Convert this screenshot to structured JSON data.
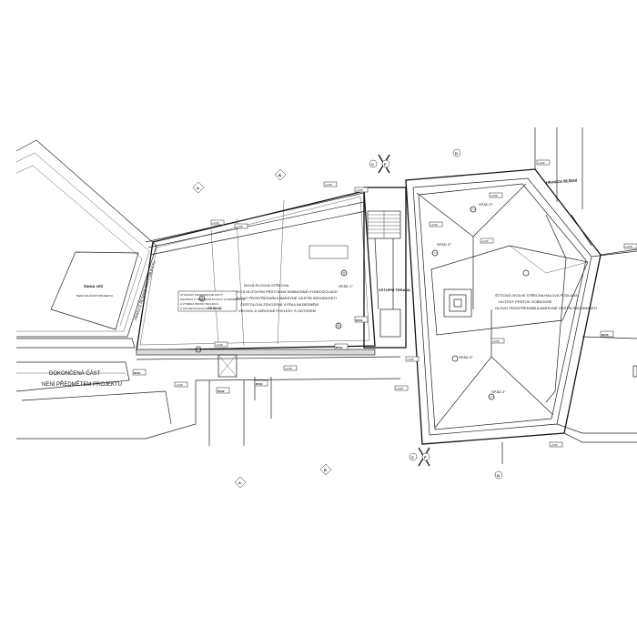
{
  "tower": {
    "name": "ŠIDNÁ VĚŽ",
    "note": "NENÍ SOUČÁSTÍ PROJEKTU"
  },
  "finished_part": {
    "line1": "DOKONČENÁ ČÁST",
    "line2": "NENÍ PŘEDMĚTEM PROJEKTU"
  },
  "boundary_label": "HRANICE ŘEŠENÉ ČÁSTI OBJEKTU",
  "roof_boundary_label": "HRANICE ŘEŠENÍ",
  "terrace_label": "VSTUPNÍ TERASA",
  "new_roof": {
    "lines": [
      "NOVÁ PLOCHÁ STŘECHA",
      "KRYTÁ HLITOVÝM PRŮTOKEM SOBNOSNÉ HYDROIZOLACE",
      "OLOVO PROSTŘEDNÍM A BAREVNÉ ODSTÍN SEDOBNOSTI",
      "ČERTOLOVA ZDVOJENÁ VÝŠKA NA BEDNĚNÍ",
      "VRCHOL A VAROVNÉ POKLESY S ODTOKEM"
    ]
  },
  "old_roof": {
    "lines": [
      "ŠTÍTOVÁ OKOLNÍ STŘECHA HALOVÁ PODLAHA",
      "HLITOVÝ PRŮTOK SOBNOSNÉ",
      "OLOVO PROSTŘEDNÍM A BAREVNÉ ODSTÍN SEDOBNOSTI"
    ]
  },
  "note_box": {
    "lines": [
      "STÁVAJÍCÍ PROSTOROVÉ KRYTÍ",
      "SOUČÁST A TERASOVÉ PLOCHY A NAVRŽENÝCH",
      "A VÝMĚNA PRVKŮ VRCHOLŮ",
      "A SPOJENÍ PLECHOVÝM ŠLAPE"
    ]
  },
  "slopes": [
    "SPÁD 1°",
    "SPÁD 1°",
    "SPÁD 3°",
    "SPÁD 3°",
    "SPÁD 3°",
    "SPÁD 3°"
  ],
  "axes": {
    "a_top": "A",
    "b_top": "B",
    "c_top": "C",
    "f_top": "F",
    "d_top": "D",
    "a_bottom": "A",
    "b_bottom": "B",
    "c_bottom": "C",
    "f_bottom": "F",
    "d_bottom": "D"
  },
  "section_tags": [
    "RV01",
    "RV02",
    "RV03",
    "RV04",
    "RV05",
    "RV01"
  ],
  "level_tags": [
    "+0.00",
    "+0.00",
    "+0.00",
    "+0.00",
    "+0.00",
    "+0.00",
    "+0.00",
    "+0.00",
    "+0.00",
    "+0.00",
    "+0.00",
    "+0.00",
    "+0.00",
    "+0.00",
    "+0.00",
    "+0.00"
  ]
}
